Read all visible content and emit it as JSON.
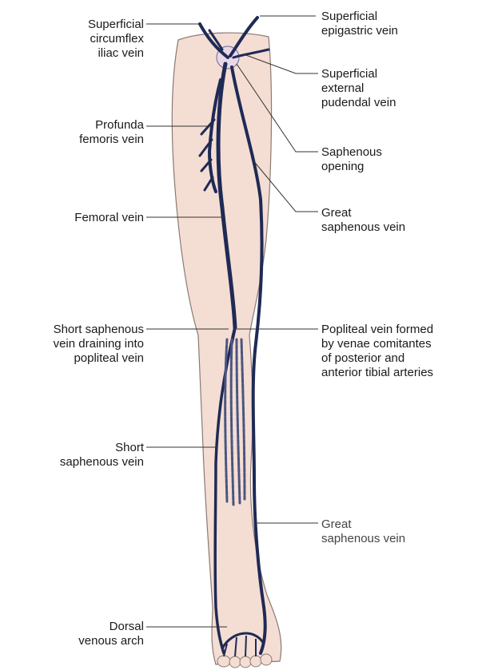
{
  "colors": {
    "skin": "#f4ddd3",
    "skin_outline": "#8a7a74",
    "vein": "#1f2a55",
    "vein_light": "#4a5580",
    "leader": "#333333",
    "background": "#ffffff"
  },
  "labels": {
    "superficial_circumflex_iliac": "Superficial\ncircumflex\niliac vein",
    "superficial_epigastric": "Superficial\nepigastric vein",
    "superficial_external_pudendal": "Superficial\nexternal\npudendal vein",
    "profunda_femoris": "Profunda\nfemoris vein",
    "saphenous_opening": "Saphenous\nopening",
    "femoral_vein": "Femoral vein",
    "great_saphenous_upper": "Great\nsaphenous vein",
    "short_saphenous_draining": "Short saphenous\nvein draining into\npopliteal vein",
    "popliteal_vein": "Popliteal vein formed\nby venae comitantes\nof posterior and\nanterior tibial arteries",
    "short_saphenous": "Short\nsaphenous vein",
    "great_saphenous_lower": "Great\nsaphenous vein",
    "dorsal_venous_arch": "Dorsal\nvenous arch"
  }
}
